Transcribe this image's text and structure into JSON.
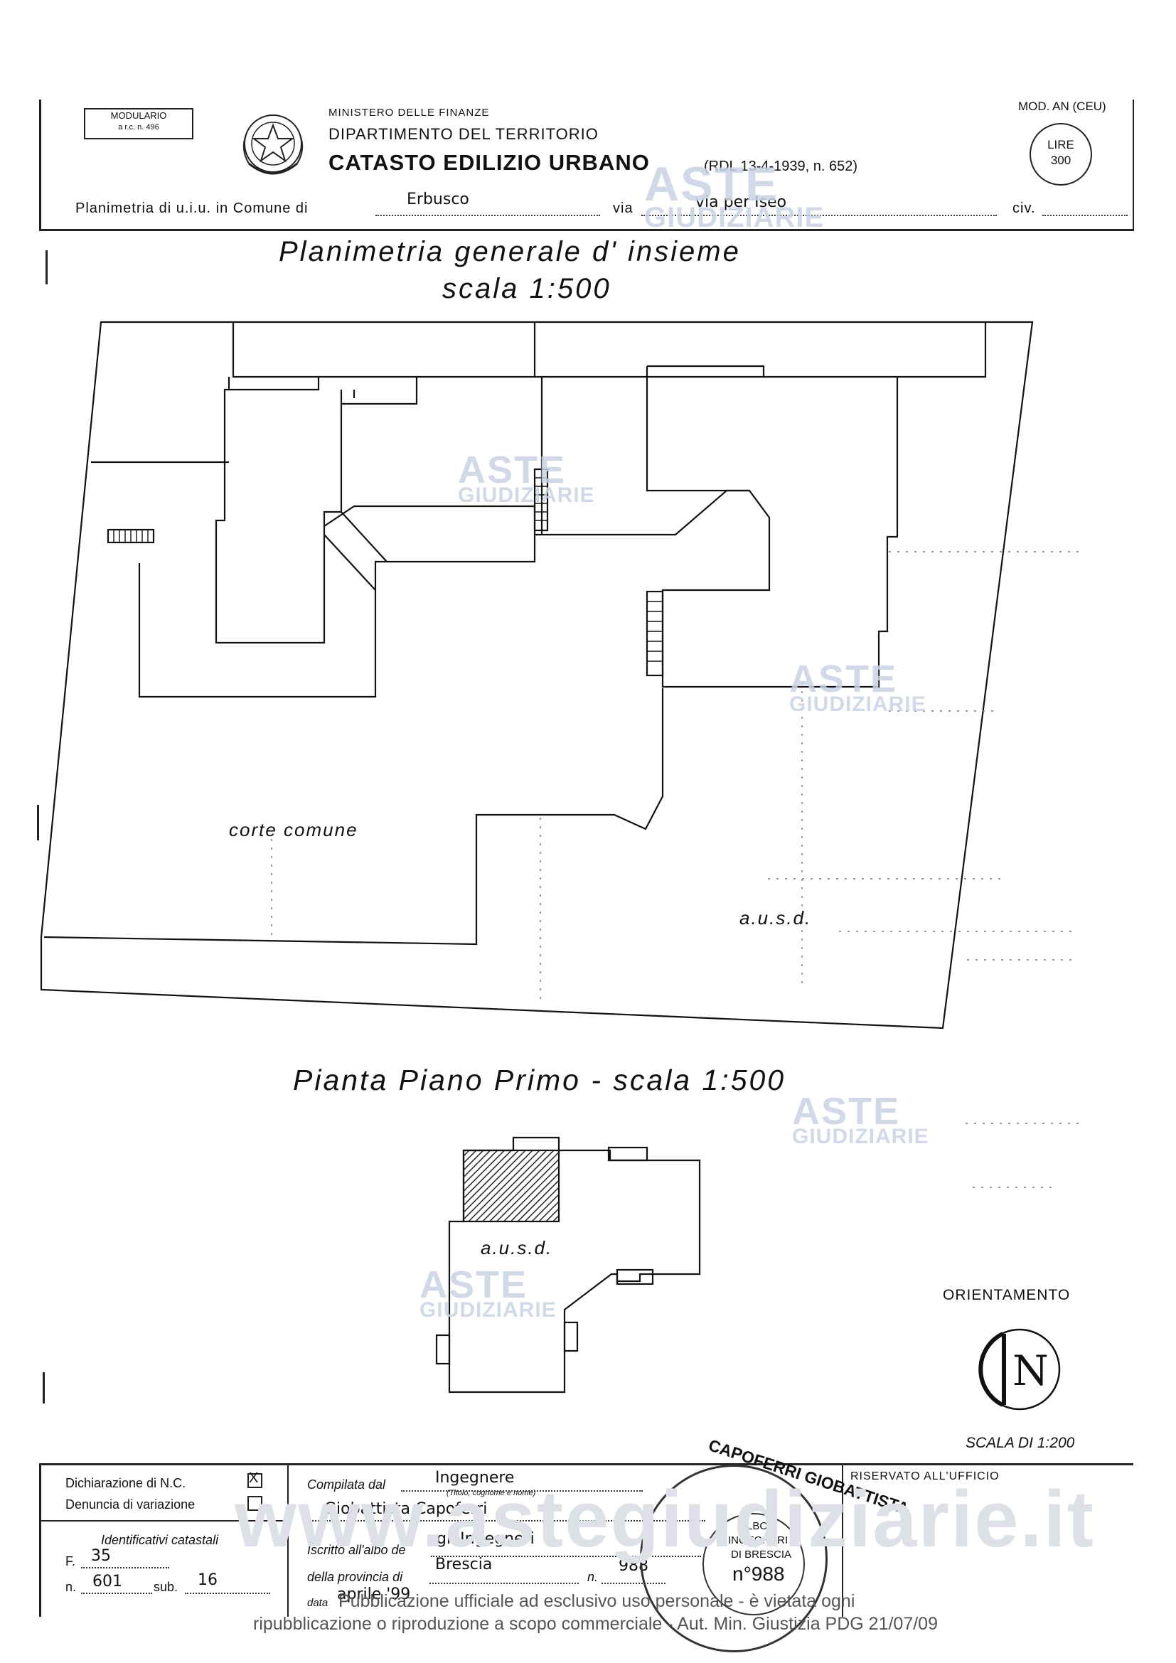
{
  "header": {
    "modulario_line1": "MODULARIO",
    "modulario_line2": "a r.c. n. 496",
    "ministry": "MINISTERO DELLE FINANZE",
    "department": "DIPARTIMENTO DEL TERRITORIO",
    "registry": "CATASTO EDILIZIO URBANO",
    "law_ref": "(RDL 13-4-1939, n. 652)",
    "model": "MOD. AN (CEU)",
    "lire_label": "LIRE",
    "lire_value": "300"
  },
  "location_row": {
    "prefix": "Planimetria di u.i.u. in Comune di",
    "comune": "Erbusco",
    "via_label": "via",
    "via_value": "via per Iseo",
    "civ_label": "civ."
  },
  "drawing": {
    "title_general": "Planimetria generale d' insieme",
    "scale_general": "scala 1:500",
    "label_corte": "corte comune",
    "label_ausd_main": "a.u.s.d.",
    "title_floor": "Pianta Piano Primo - scala 1:500",
    "label_ausd_floor": "a.u.s.d.",
    "orientation_label": "ORIENTAMENTO",
    "north_symbol": "N",
    "scale_di": "SCALA DI 1:200"
  },
  "footer_form": {
    "dichiarazione": "Dichiarazione di N.C.",
    "dichiarazione_checked": "X",
    "denuncia": "Denuncia di variazione",
    "identificativi": "Identificativi catastali",
    "f_label": "F.",
    "f_value": "35",
    "n_label": "n.",
    "n_value": "601",
    "sub_label": "sub.",
    "sub_value": "16",
    "compilata_label": "Compilata dal",
    "compilata_title": "Ingegnere",
    "compilata_hint": "(Titolo, cognome e nome)",
    "compilata_name": "Giobattista Capoferri",
    "iscritto_label": "Iscritto all'albo de",
    "iscritto_value": "gli Ingegneri",
    "provincia_label": "della provincia di",
    "provincia_value": "Brescia",
    "albo_n_label": "n.",
    "albo_n_value": "988",
    "data_label": "data",
    "data_value": "aprile '99",
    "riservato": "RISERVATO ALL'UFFICIO"
  },
  "stamp": {
    "ring_text": "CAPOFERRI GIOBATTISTA",
    "inner_line1": "ALBO",
    "inner_line2": "INGEGNERI",
    "inner_line3": "DI BRESCIA",
    "number": "n°988"
  },
  "watermarks": {
    "aste": "ASTE",
    "giudiziarie": "GIUDIZIARIE",
    "site": "www.astegiudiziarie.it"
  },
  "disclaimer": {
    "line1": "Pubblicazione ufficiale ad esclusivo uso personale - è vietata ogni",
    "line2": "ripubblicazione o riproduzione a scopo commerciale - Aut. Min. Giustizia PDG 21/07/09"
  }
}
